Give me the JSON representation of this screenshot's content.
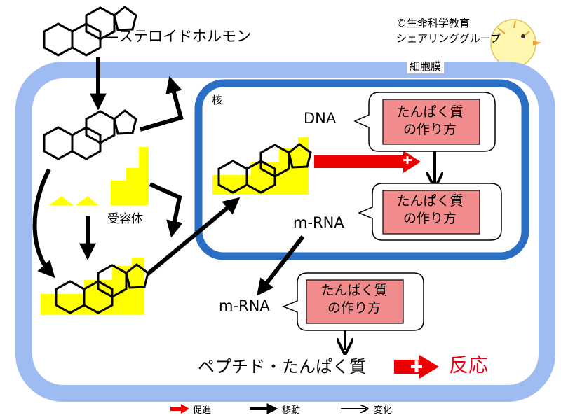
{
  "credit": [
    "©生命科学教育",
    "シェアリンググループ"
  ],
  "labels": {
    "hormone": "—ステロイドホルモン",
    "membrane": "細胞膜",
    "nucleus": "核",
    "receptor": "受容体",
    "dna": "DNA",
    "mrna_nucleus": "m-RNA",
    "mrna_cytoplasm": "m-RNA",
    "protein": "ペプチド・たんぱく質",
    "reaction": "反応"
  },
  "scroll_text": [
    "たんぱく質",
    "の作り方"
  ],
  "legend": {
    "promote": "促進",
    "move": "移動",
    "change": "変化"
  },
  "colors": {
    "membrane": "#9ebcf2",
    "nucleus": "#2a6fc4",
    "receptor": "#ffff00",
    "scroll": "#f28b8b",
    "promote": "#ee0000",
    "reaction_text": "#e8001a"
  },
  "icons": [
    "chick-illustration",
    "hexagon-ring",
    "scroll-icon",
    "promote-arrow-icon",
    "move-arrow-icon",
    "change-arrow-icon"
  ]
}
